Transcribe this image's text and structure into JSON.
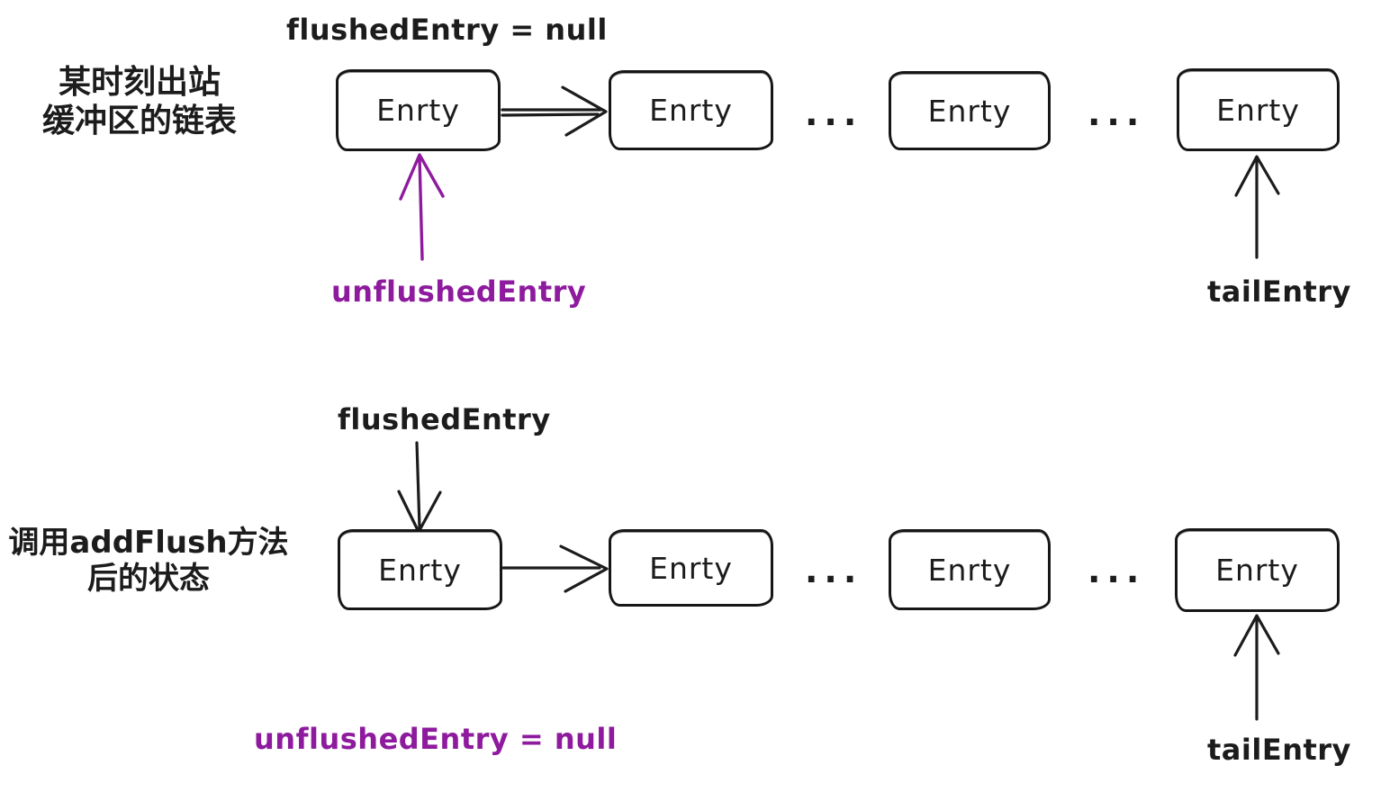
{
  "colors": {
    "ink": "#1c1c1c",
    "pointer_purple": "#8e1a9e",
    "background": "#ffffff"
  },
  "top_diagram": {
    "side_label_line1": "某时刻出站",
    "side_label_line2": "缓冲区的链表",
    "flushed_entry_label": "flushedEntry = null",
    "unflushed_entry_label": "unflushedEntry",
    "tail_entry_label": "tailEntry",
    "ellipsis": "...",
    "nodes": [
      "Enrty",
      "Enrty",
      "Enrty",
      "Enrty"
    ]
  },
  "bottom_diagram": {
    "side_label_line1": "调用addFlush方法",
    "side_label_line2": "后的状态",
    "flushed_entry_label": "flushedEntry",
    "unflushed_entry_label": "unflushedEntry = null",
    "tail_entry_label": "tailEntry",
    "ellipsis": "...",
    "nodes": [
      "Enrty",
      "Enrty",
      "Enrty",
      "Enrty"
    ]
  }
}
